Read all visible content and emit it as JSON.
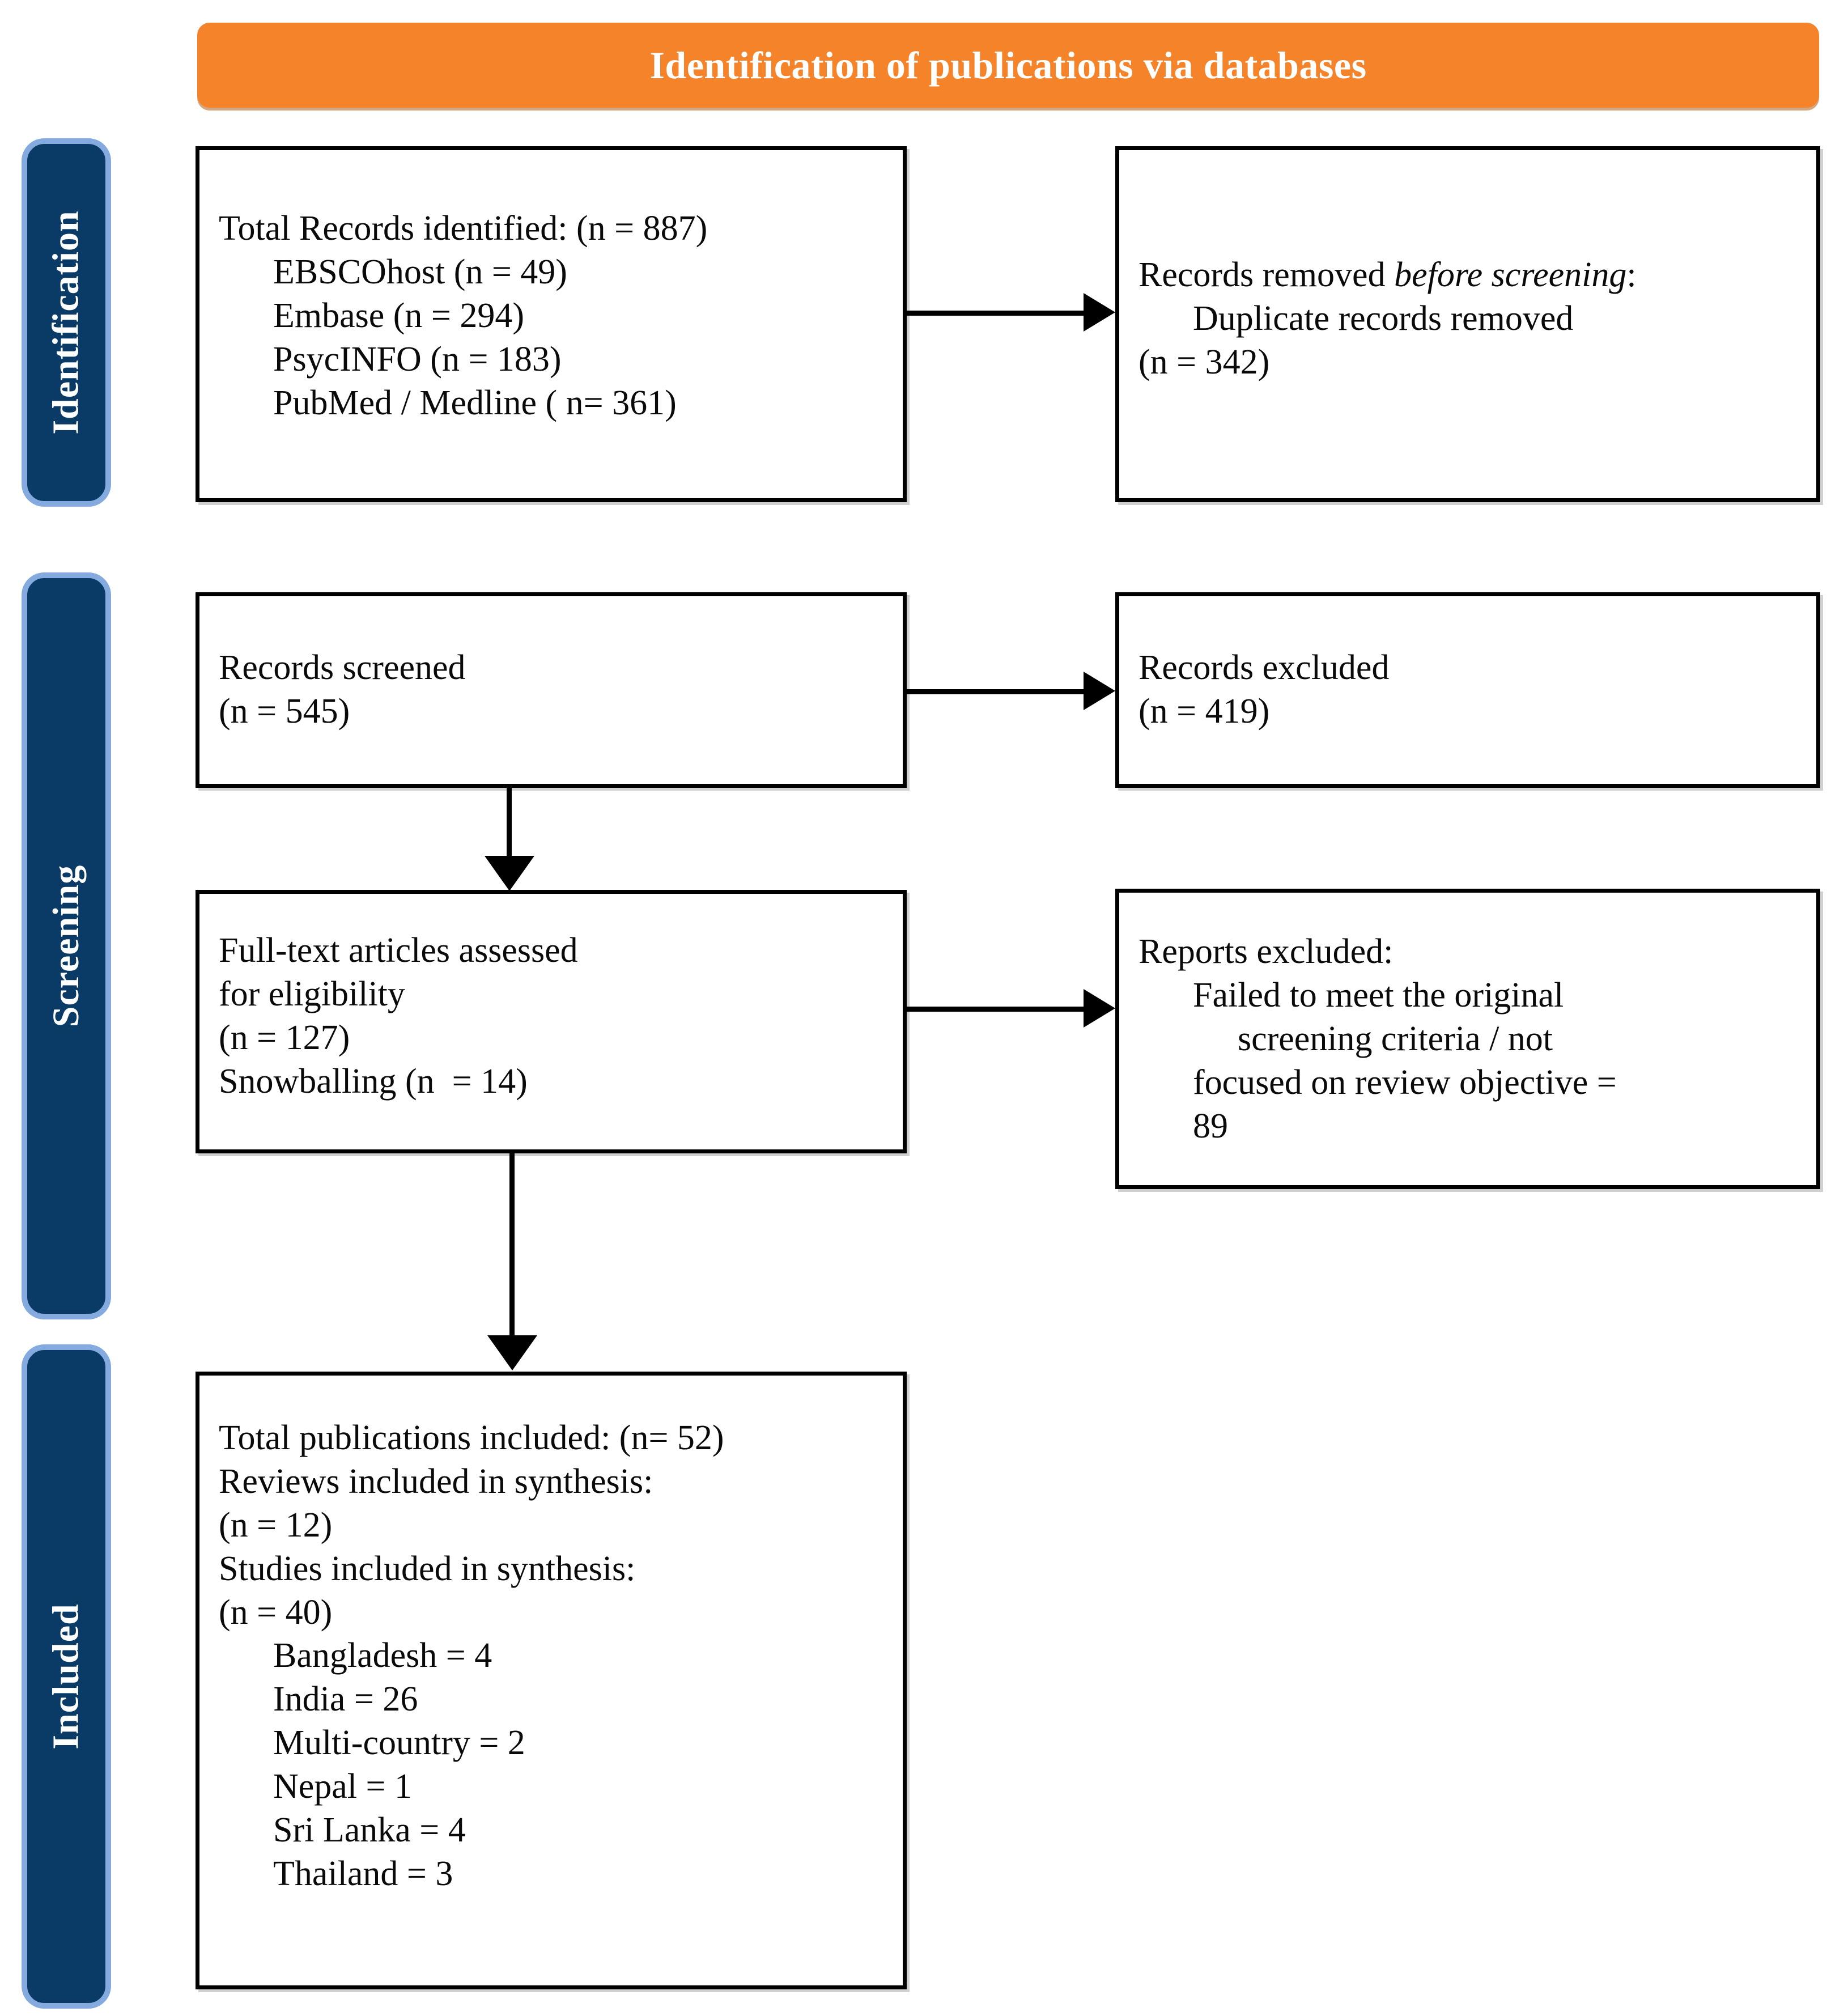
{
  "header": {
    "title": "Identification of publications via databases",
    "bg_color": "#F5832A",
    "text_color": "#FFFFFF"
  },
  "stages": {
    "fill_color": "#0A3A66",
    "border_color": "#85AADF",
    "identification": "Identification",
    "screening": "Screening",
    "included": "Included"
  },
  "boxes": {
    "identified": {
      "lines": [
        {
          "text": "Total Records identified: (n = 887)",
          "indent": 0
        },
        {
          "text": "EBSCOhost (n = 49)",
          "indent": 1
        },
        {
          "text": "Embase (n = 294)",
          "indent": 1
        },
        {
          "text": "PsycINFO (n = 183)",
          "indent": 1
        },
        {
          "text": "PubMed / Medline ( n= 361)",
          "indent": 1
        }
      ]
    },
    "removed": {
      "lines": [
        {
          "text": "Records removed ",
          "italic_text": "before screening",
          "after": ":",
          "indent": 0
        },
        {
          "text": "Duplicate records removed",
          "indent": 1
        },
        {
          "text": "(n = 342)",
          "indent": 0
        }
      ]
    },
    "screened": {
      "lines": [
        {
          "text": "Records screened",
          "indent": 0
        },
        {
          "text": "(n = 545)",
          "indent": 0
        }
      ]
    },
    "excluded": {
      "lines": [
        {
          "text": "Records excluded",
          "indent": 0
        },
        {
          "text": "(n = 419)",
          "indent": 0
        }
      ]
    },
    "fulltext": {
      "lines": [
        {
          "text": "Full-text articles assessed",
          "indent": 0
        },
        {
          "text": "for eligibility",
          "indent": 0
        },
        {
          "text": "(n = 127)",
          "indent": 0
        },
        {
          "text": "Snowballing (n  = 14)",
          "indent": 0
        }
      ]
    },
    "reports_excluded": {
      "lines": [
        {
          "text": "Reports excluded:",
          "indent": 0
        },
        {
          "text": "Failed to meet the original",
          "indent": 1
        },
        {
          "text": "screening criteria / not",
          "indent": 2
        },
        {
          "text": "focused on review objective =",
          "indent": 1
        },
        {
          "text": "89",
          "indent": 1
        }
      ]
    },
    "included": {
      "lines": [
        {
          "text": "Total publications included: (n= 52)",
          "indent": 0
        },
        {
          "text": "Reviews included in synthesis:",
          "indent": 0
        },
        {
          "text": "(n = 12)",
          "indent": 0
        },
        {
          "text": "Studies included in synthesis:",
          "indent": 0
        },
        {
          "text": "(n = 40)",
          "indent": 0
        },
        {
          "text": "Bangladesh = 4",
          "indent": 1
        },
        {
          "text": "India = 26",
          "indent": 1
        },
        {
          "text": "Multi-country = 2",
          "indent": 1
        },
        {
          "text": "Nepal = 1",
          "indent": 1
        },
        {
          "text": "Sri Lanka = 4",
          "indent": 1
        },
        {
          "text": "Thailand = 3",
          "indent": 1
        }
      ]
    }
  },
  "connectors": {
    "identified_to_removed": "arrow-right",
    "screened_to_excluded": "arrow-right",
    "fulltext_to_reports_excluded": "arrow-right",
    "screened_to_fulltext": "arrow-down",
    "fulltext_to_included": "arrow-down"
  },
  "chart_data": {
    "type": "diagram",
    "title": "Identification of publications via databases",
    "diagram_kind": "PRISMA flow diagram",
    "stages": [
      "Identification",
      "Screening",
      "Included"
    ],
    "nodes": [
      {
        "id": "identified",
        "stage": "Identification",
        "label": "Total Records identified",
        "n": 887,
        "breakdown": [
          {
            "source": "EBSCOhost",
            "n": 49
          },
          {
            "source": "Embase",
            "n": 294
          },
          {
            "source": "PsycINFO",
            "n": 183
          },
          {
            "source": "PubMed / Medline",
            "n": 361
          }
        ]
      },
      {
        "id": "removed",
        "stage": "Identification",
        "label": "Records removed before screening: Duplicate records removed",
        "n": 342
      },
      {
        "id": "screened",
        "stage": "Screening",
        "label": "Records screened",
        "n": 545
      },
      {
        "id": "excluded",
        "stage": "Screening",
        "label": "Records excluded",
        "n": 419
      },
      {
        "id": "fulltext",
        "stage": "Screening",
        "label": "Full-text articles assessed for eligibility",
        "n": 127,
        "snowballing": 14
      },
      {
        "id": "reports_excluded",
        "stage": "Screening",
        "label": "Reports excluded: Failed to meet the original screening criteria / not focused on review objective",
        "n": 89
      },
      {
        "id": "included",
        "stage": "Included",
        "label": "Total publications included",
        "n": 52,
        "reviews_included": 12,
        "studies_included": 40,
        "countries": [
          {
            "country": "Bangladesh",
            "n": 4
          },
          {
            "country": "India",
            "n": 26
          },
          {
            "country": "Multi-country",
            "n": 2
          },
          {
            "country": "Nepal",
            "n": 1
          },
          {
            "country": "Sri Lanka",
            "n": 4
          },
          {
            "country": "Thailand",
            "n": 3
          }
        ]
      }
    ],
    "edges": [
      {
        "from": "identified",
        "to": "removed",
        "direction": "right"
      },
      {
        "from": "screened",
        "to": "excluded",
        "direction": "right"
      },
      {
        "from": "fulltext",
        "to": "reports_excluded",
        "direction": "right"
      },
      {
        "from": "screened",
        "to": "fulltext",
        "direction": "down"
      },
      {
        "from": "fulltext",
        "to": "included",
        "direction": "down"
      }
    ]
  }
}
